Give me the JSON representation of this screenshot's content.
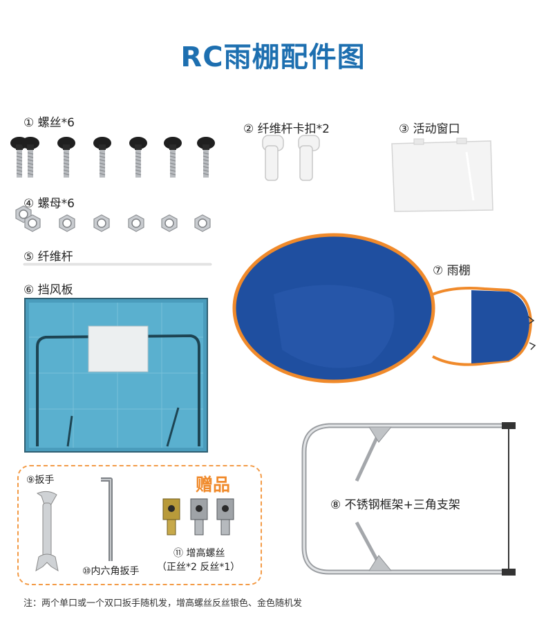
{
  "title": "RC雨棚配件图",
  "items": {
    "screws": "① 螺丝*6",
    "clips": "② 纤维杆卡扣*2",
    "window": "③ 活动窗口",
    "nuts": "④ 螺母*6",
    "rod": "⑤ 纤维杆",
    "windshield": "⑥ 挡风板",
    "canopy": "⑦ 雨棚",
    "frame": "⑧ 不锈钢框架+三角支架"
  },
  "gifts": {
    "title": "赠品",
    "wrench": "⑨扳手",
    "hex_key": "⑩内六角扳手",
    "riser_screw_line1": "⑪ 增高螺丝",
    "riser_screw_line2": "（正丝*2 反丝*1）"
  },
  "note": "注：两个单口或一个双口扳手随机发，增高螺丝反丝银色、金色随机发",
  "colors": {
    "title": "#1d6fb0",
    "gift_accent": "#f08a2b",
    "canopy_blue": "#1f4fa0",
    "canopy_edge": "#f08a2b"
  }
}
